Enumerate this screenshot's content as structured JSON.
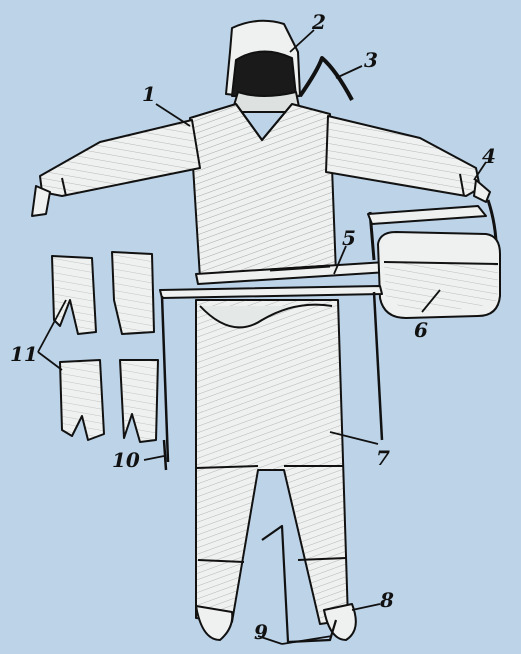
{
  "figure": {
    "background": "#bcd3e8",
    "ink": "#111111",
    "cloth": "#eef1ef",
    "callouts": [
      {
        "id": "c1",
        "text": "1"
      },
      {
        "id": "c2",
        "text": "2"
      },
      {
        "id": "c3",
        "text": "3"
      },
      {
        "id": "c4",
        "text": "4"
      },
      {
        "id": "c5",
        "text": "5"
      },
      {
        "id": "c6",
        "text": "6"
      },
      {
        "id": "c7",
        "text": "7"
      },
      {
        "id": "c8",
        "text": "8"
      },
      {
        "id": "c9",
        "text": "9"
      },
      {
        "id": "c10",
        "text": "10"
      },
      {
        "id": "c11",
        "text": "11"
      }
    ]
  }
}
